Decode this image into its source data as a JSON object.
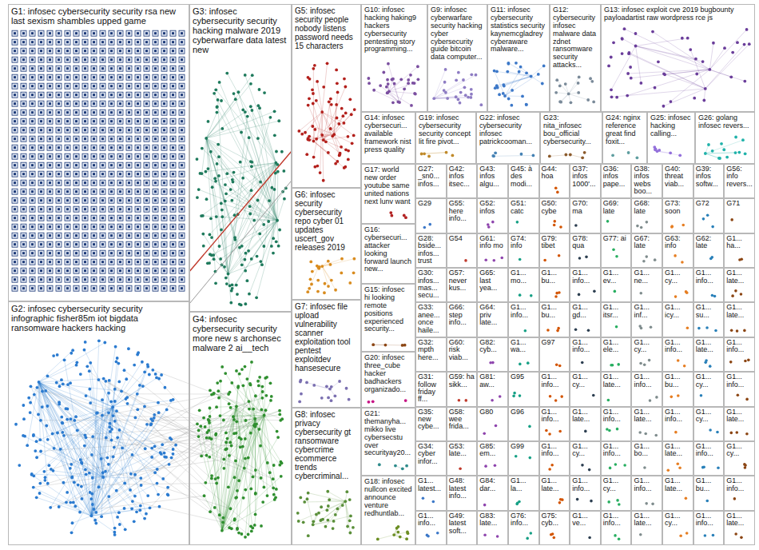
{
  "diagram": {
    "nodes": [
      {
        "text": [
          "G1: infosec cybersecurity security rsa new last sexism shambles upped game"
        ]
      },
      {
        "text": [
          "G3: infosec cybersecurity security hacking malware 2019 cyberwarfare data latest new"
        ]
      },
      {
        "text": [
          "G5: infosec security people nobody listens password needs 15 characters"
        ]
      },
      {
        "text": [
          "G10: infosec hacking haking9 hackers cybersecurity pentesting story programming..."
        ]
      },
      {
        "text": [
          "G9: infosec cyberwarfare security hacking cyber cybersecurity guide bitcoin data computer..."
        ]
      },
      {
        "text": [
          "G11: infosec cybersecurity statistics security kaynemcgladrey cyberaware malware..."
        ]
      },
      {
        "text": [
          "G12: cybersecurity infosec malware data zdnet ransomware security attacks..."
        ]
      },
      {
        "text": [
          "G13: infosec exploit cve 2019 bugbounty payloadartist raw wordpress rce js"
        ]
      },
      {
        "text": [
          "G14: infosec cybersecuri... available framework nist press quality"
        ]
      },
      {
        "text": [
          "G19: infosec cybersecurity security concept lit fire pivot..."
        ]
      },
      {
        "text": [
          "G22: infosec cybersecurity infosec patrickcooman..."
        ]
      },
      {
        "text": [
          "G23: nita_infosec bou_official cybersecurity..."
        ]
      },
      {
        "text": [
          "G24: nginx reference great find foxit..."
        ]
      },
      {
        "text": [
          "G25: infosec hacking calling..."
        ]
      },
      {
        "text": [
          "G26: golang infosec revers..."
        ]
      },
      {
        "text": [
          "G6: infosec security cybersecurity repo cyber 01 updates uscert_gov releases 2019"
        ]
      },
      {
        "text": [
          "G7: infosec file upload vulnerability scanner exploitation tool pentest exploitdev hansesecure"
        ]
      },
      {
        "text": [
          "G8: infosec privacy cybersecurity gt ransomware cybercrime ecommerce trends cybercriminal..."
        ]
      },
      {
        "text": [
          "G2: infosec cybersecurity security infographic fisher85m iot bigdata ransomware hackers hacking"
        ]
      },
      {
        "text": [
          "G4: infosec cybersecurity security more new s archonsec malware 2 ai__tech"
        ]
      },
      {
        "text": [
          "G17: world new order youtube same united nations next lunv want"
        ]
      },
      {
        "text": [
          "G16: cybersecuri... attacker looking forward launch new..."
        ]
      },
      {
        "text": [
          "G15: infosec hi looking remote positions experienced security..."
        ]
      },
      {
        "text": [
          "G20: infosec three_cube hacker badhackers organizado..."
        ]
      },
      {
        "text": [
          "G21: themanyha... mikko live cybersecstu over securityay20..."
        ]
      },
      {
        "text": [
          "G18: infosec nullcon excited announce venture redhuntlab..."
        ]
      },
      {
        "text": [
          "G27: _sn0... infos..."
        ]
      },
      {
        "text": [
          "G42: infos itsec..."
        ]
      },
      {
        "text": [
          "G43: infos algu..."
        ]
      },
      {
        "text": [
          "G45: à des modi..."
        ]
      },
      {
        "text": [
          "G44: hoa"
        ]
      },
      {
        "text": [
          "G37: infos 1000'..."
        ]
      },
      {
        "text": [
          "G36: infos pape..."
        ]
      },
      {
        "text": [
          "G38: infos webs boo..."
        ]
      },
      {
        "text": [
          "G40: threat viab..."
        ]
      },
      {
        "text": [
          "G39: infos softw..."
        ]
      },
      {
        "text": [
          "G56: info revers..."
        ]
      },
      {
        "text": [
          "G29"
        ]
      },
      {
        "text": [
          "G55: here info..."
        ]
      },
      {
        "text": [
          "G52: infos"
        ]
      },
      {
        "text": [
          "G51: catc"
        ]
      },
      {
        "text": [
          "G50: cybe"
        ]
      },
      {
        "text": [
          "G70: ma"
        ]
      },
      {
        "text": [
          "G69: late"
        ]
      },
      {
        "text": [
          "G68: late"
        ]
      },
      {
        "text": [
          "G73: soon"
        ]
      },
      {
        "text": [
          "G72"
        ]
      },
      {
        "text": [
          "G71"
        ]
      },
      {
        "text": [
          "G28: bside... infos... trust"
        ]
      },
      {
        "text": [
          "G54"
        ]
      },
      {
        "text": [
          "G61: info mo"
        ]
      },
      {
        "text": [
          "G74: info"
        ]
      },
      {
        "text": [
          "G79: tibet"
        ]
      },
      {
        "text": [
          "G78: qua"
        ]
      },
      {
        "text": [
          "G77: ai"
        ]
      },
      {
        "text": [
          "G67: late"
        ]
      },
      {
        "text": [
          "G63: info"
        ]
      },
      {
        "text": [
          "G62: late"
        ]
      },
      {
        "text": [
          "G1... ha..."
        ]
      },
      {
        "text": [
          "G30: infos... mas... secu..."
        ]
      },
      {
        "text": [
          "G57: never kus..."
        ]
      },
      {
        "text": [
          "G65: last yea..."
        ]
      },
      {
        "text": [
          "G1... mo..."
        ]
      },
      {
        "text": [
          "G1... bu..."
        ]
      },
      {
        "text": [
          "G1... info..."
        ]
      },
      {
        "text": [
          "G1... ev..."
        ]
      },
      {
        "text": [
          "G1... ne..."
        ]
      },
      {
        "text": [
          "G1... cy..."
        ]
      },
      {
        "text": [
          "G1... info..."
        ]
      },
      {
        "text": [
          "G1... late..."
        ]
      },
      {
        "text": [
          "G33: anee... once haile..."
        ]
      },
      {
        "text": [
          "G66: step info..."
        ]
      },
      {
        "text": [
          "G64: priv late..."
        ]
      },
      {
        "text": [
          "G1... info..."
        ]
      },
      {
        "text": [
          "G1... bu..."
        ]
      },
      {
        "text": [
          "G1... gd..."
        ]
      },
      {
        "text": [
          "G1... itsr..."
        ]
      },
      {
        "text": [
          "G1... inf..."
        ]
      },
      {
        "text": [
          "G1... icy..."
        ]
      },
      {
        "text": [
          "G1... su..."
        ]
      },
      {
        "text": [
          "G1... late..."
        ]
      },
      {
        "text": [
          "G32: mpth here..."
        ]
      },
      {
        "text": [
          "G60: risk viab..."
        ]
      },
      {
        "text": [
          "G82: cyb..."
        ]
      },
      {
        "text": [
          "G1... wa..."
        ]
      },
      {
        "text": [
          "G97"
        ]
      },
      {
        "text": [
          "G1... info..."
        ]
      },
      {
        "text": [
          "G1... ele..."
        ]
      },
      {
        "text": [
          "G1... cy..."
        ]
      },
      {
        "text": [
          "G1... info..."
        ]
      },
      {
        "text": [
          "G1... late..."
        ]
      },
      {
        "text": [
          "G1... info..."
        ]
      },
      {
        "text": [
          "G31: follow friday ff..."
        ]
      },
      {
        "text": [
          "G59: ha sikk..."
        ]
      },
      {
        "text": [
          "G81: aw..."
        ]
      },
      {
        "text": [
          "G95"
        ]
      },
      {
        "text": [
          "G1... info..."
        ]
      },
      {
        "text": [
          "G1... cy..."
        ]
      },
      {
        "text": [
          "G1... late..."
        ]
      },
      {
        "text": [
          "G1... info..."
        ]
      },
      {
        "text": [
          "G1... bu..."
        ]
      },
      {
        "text": [
          "G1... cy..."
        ]
      },
      {
        "text": [
          "G1... info..."
        ]
      },
      {
        "text": [
          "G35: new cybe..."
        ]
      },
      {
        "text": [
          "G58: wee frida..."
        ]
      },
      {
        "text": [
          "G80"
        ]
      },
      {
        "text": [
          "G96"
        ]
      },
      {
        "text": [
          "G1... info..."
        ]
      },
      {
        "text": [
          "G1... late..."
        ]
      },
      {
        "text": [
          "G1... info..."
        ]
      },
      {
        "text": [
          "G1... late..."
        ]
      },
      {
        "text": [
          "G1... info..."
        ]
      },
      {
        "text": [
          "G1... cy..."
        ]
      },
      {
        "text": [
          "G1... late..."
        ]
      },
      {
        "text": [
          "G34: cyber infor..."
        ]
      },
      {
        "text": [
          "G53: late..."
        ]
      },
      {
        "text": [
          "G85: em..."
        ]
      },
      {
        "text": [
          "G99"
        ]
      },
      {
        "text": [
          "G1... info..."
        ]
      },
      {
        "text": [
          "G1... cy..."
        ]
      },
      {
        "text": [
          "G1... info..."
        ]
      },
      {
        "text": [
          "G1... bo..."
        ]
      },
      {
        "text": [
          "G1... late..."
        ]
      },
      {
        "text": [
          "G1... info..."
        ]
      },
      {
        "text": [
          "G1... cy..."
        ]
      },
      {
        "text": [
          "G1... latest..."
        ]
      },
      {
        "text": [
          "G48: latest info..."
        ]
      },
      {
        "text": [
          "G84: dar..."
        ]
      },
      {
        "text": [
          "G1... la..."
        ]
      },
      {
        "text": [
          "G1... late..."
        ]
      },
      {
        "text": [
          "G1... info..."
        ]
      },
      {
        "text": [
          "G1... cy..."
        ]
      },
      {
        "text": [
          "G1... info..."
        ]
      },
      {
        "text": [
          "G1... late..."
        ]
      },
      {
        "text": [
          "G1... bu..."
        ]
      },
      {
        "text": [
          "G1... info..."
        ]
      },
      {
        "text": [
          "G1... info..."
        ]
      },
      {
        "text": [
          "G49: latest soft..."
        ]
      },
      {
        "text": [
          "G83: late..."
        ]
      },
      {
        "text": [
          "G76: info..."
        ]
      },
      {
        "text": [
          "G75: cyb..."
        ]
      },
      {
        "text": [
          "G1... ve..."
        ]
      },
      {
        "text": [
          "G1... info..."
        ]
      },
      {
        "text": [
          "G1... late..."
        ]
      },
      {
        "text": [
          "G1... cy..."
        ]
      },
      {
        "text": [
          "G1... info..."
        ]
      },
      {
        "text": [
          "G1... late..."
        ]
      }
    ],
    "edges": [
      {
        "from": 0,
        "to": 2,
        "arrow": "none"
      },
      {
        "from": 18,
        "to": 2,
        "arrow": "none"
      }
    ]
  }
}
